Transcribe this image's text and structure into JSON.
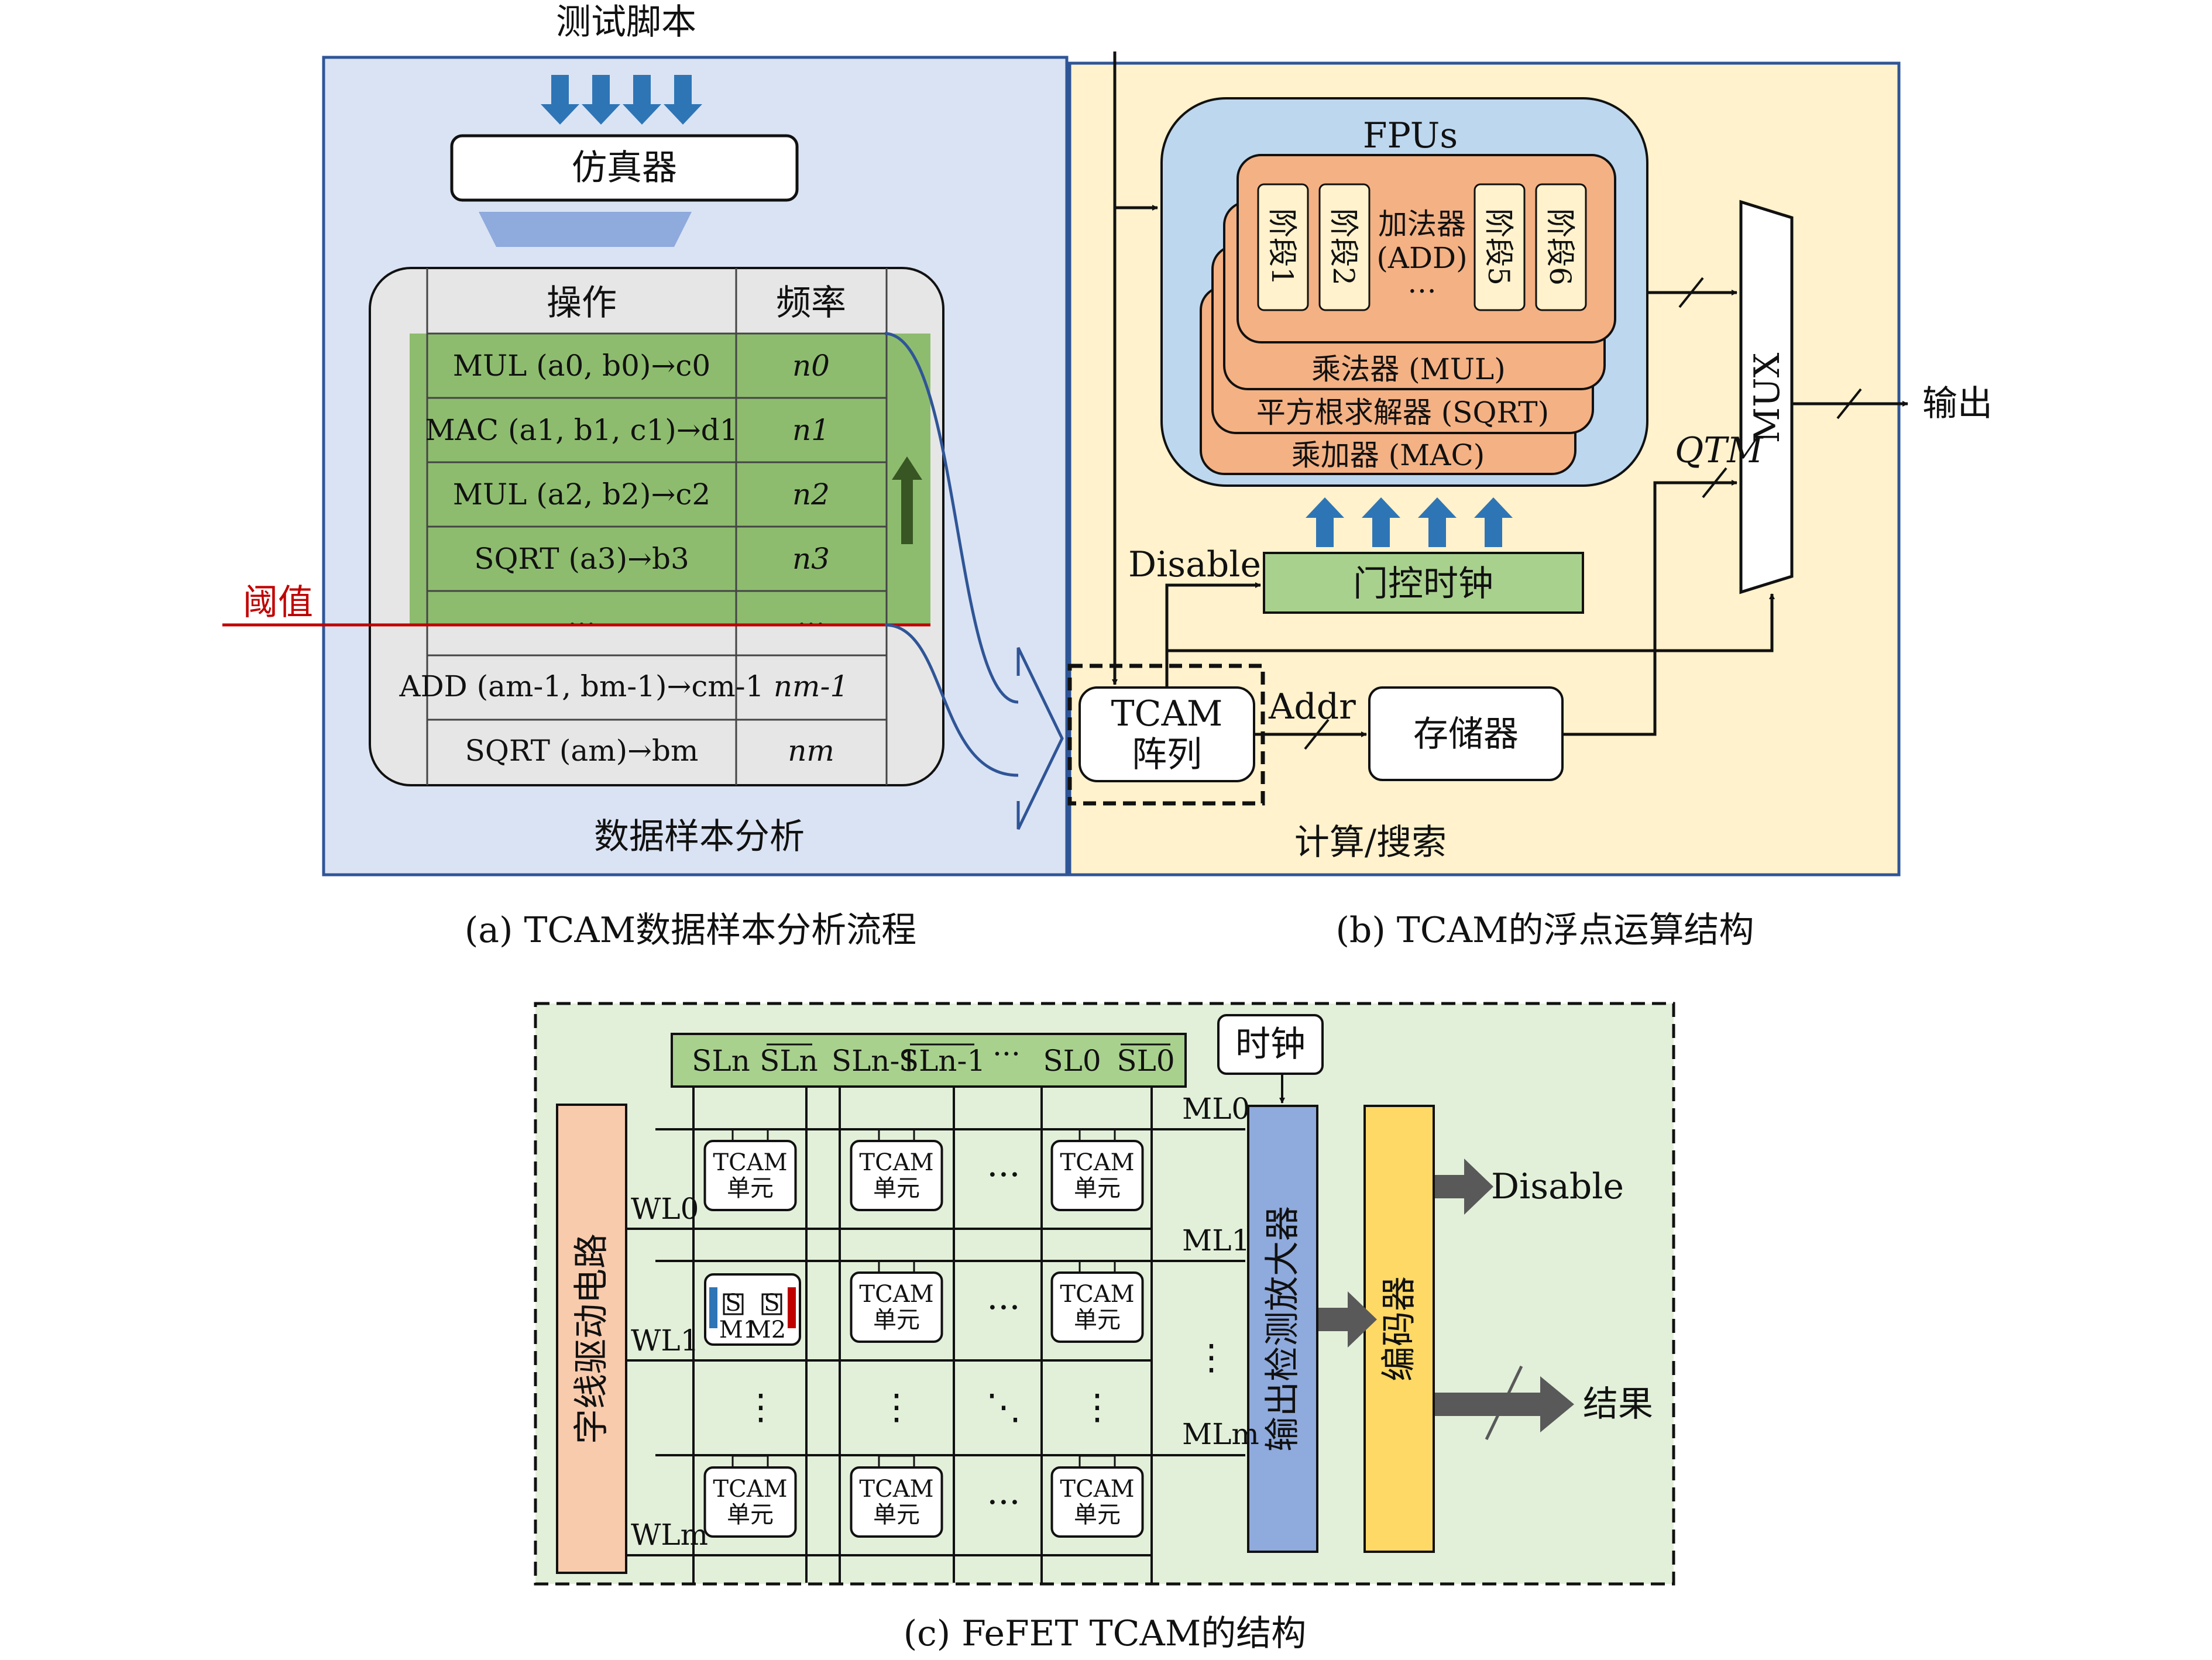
{
  "panel_a": {
    "top_label": "测试脚本",
    "simulator": "仿真器",
    "header_op": "操作",
    "header_freq": "频率",
    "rows": [
      {
        "op": "MUL (a0, b0)→c0",
        "freq": "n0"
      },
      {
        "op": "MAC (a1, b1, c1)→d1",
        "freq": "n1"
      },
      {
        "op": "MUL (a2, b2)→c2",
        "freq": "n2"
      },
      {
        "op": "SQRT (a3)→b3",
        "freq": "n3"
      },
      {
        "op": "...",
        "freq": "..."
      },
      {
        "op": "ADD (am-1, bm-1)→cm-1",
        "freq": "nm-1"
      },
      {
        "op": "SQRT (am)→bm",
        "freq": "nm"
      }
    ],
    "threshold": "阈值",
    "bottom_label": "数据样本分析",
    "caption": "(a) TCAM数据样本分析流程"
  },
  "panel_b": {
    "fpus": "FPUs",
    "stage1": "阶段1",
    "stage2": "阶段2",
    "adder": "加法器",
    "adder_abbr": "(ADD)",
    "dots": "…",
    "stage5": "阶段5",
    "stage6": "阶段6",
    "mul": "乘法器 (MUL)",
    "sqrt": "平方根求解器 (SQRT)",
    "mac": "乘加器 (MAC)",
    "mux": "MUX",
    "output": "输出",
    "qtm": "QTM",
    "disable": "Disable",
    "clock_gate": "门控时钟",
    "tcam_line1": "TCAM",
    "tcam_line2": "阵列",
    "addr": "Addr",
    "memory": "存储器",
    "bottom_label": "计算/搜索",
    "caption": "(b) TCAM的浮点运算结构"
  },
  "panel_c": {
    "sl_labels": [
      "SLn",
      "SLn",
      "SLn-1",
      "SLn-1",
      "···",
      "SL0",
      "SL0"
    ],
    "clock": "时钟",
    "wordline_driver": "字线驱动电路",
    "sense_amp": "输出检测放大器",
    "encoder": "编码器",
    "disable": "Disable",
    "result": "结果",
    "wl": [
      "WL0",
      "WL1",
      "WLm"
    ],
    "ml": [
      "ML0",
      "ML1",
      "MLm"
    ],
    "cell_line1": "TCAM",
    "cell_line2": "单元",
    "cell_s": "S",
    "cell_m1": "M1",
    "cell_m2": "M2",
    "dots_h": "···",
    "dots_v": "⋮",
    "dots_d": "⋱",
    "caption": "(c) FeFET TCAM的结构"
  },
  "colors": {
    "panel_a_bg": "#dae3f3",
    "panel_a_border": "#2f5597",
    "panel_b_bg": "#fff2cc",
    "fpus_bg": "#bdd7ee",
    "orange_unit": "#f4b183",
    "stage_bg": "#fff2cc",
    "green": "#a9d18e",
    "arrow_blue": "#2e75b6",
    "threshold_red": "#c00000",
    "panel_c_bg": "#e2f0d9",
    "wl_driver": "#f8cbad",
    "sense_amp": "#8faadc",
    "encoder": "#ffd966"
  }
}
